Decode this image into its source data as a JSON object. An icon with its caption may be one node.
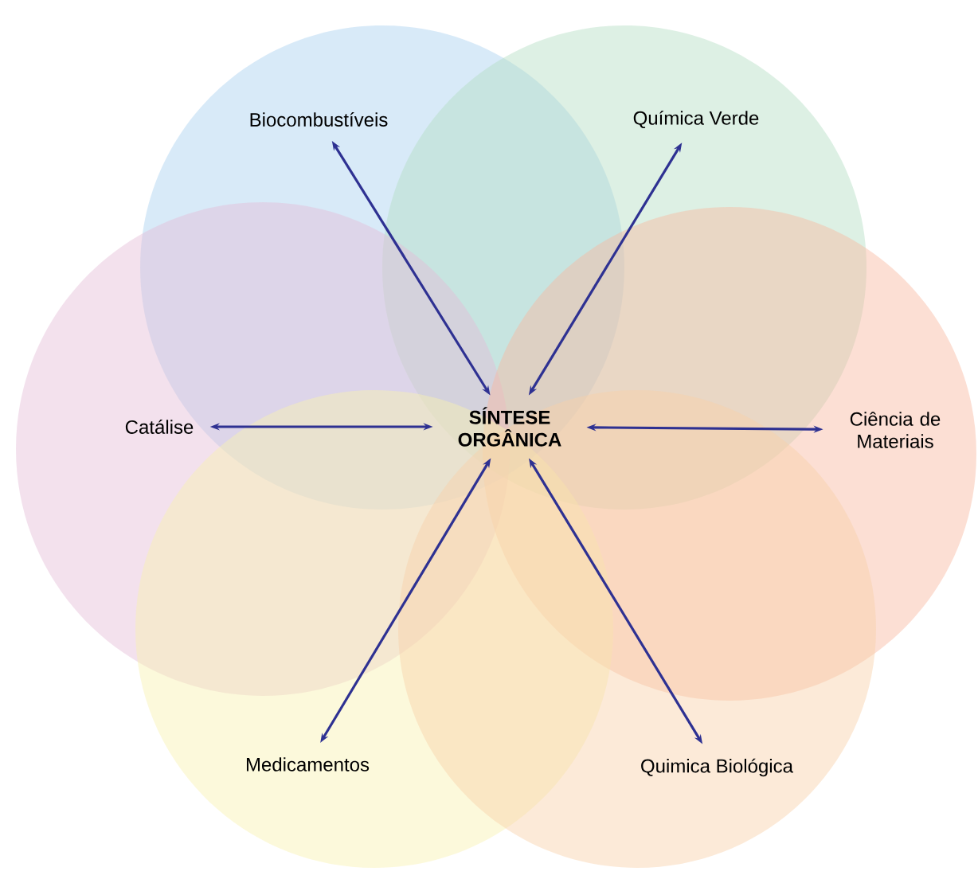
{
  "diagram": {
    "nodes": [
      {
        "text": [
          "Biocombustíveis"
        ]
      },
      {
        "text": [
          "Química Verde"
        ]
      },
      {
        "text": [
          "Catálise"
        ]
      },
      {
        "text": [
          "SÍNTESE ORGÂNICA"
        ]
      },
      {
        "text": [
          "Ciência de Materiais"
        ]
      },
      {
        "text": [
          "Medicamentos"
        ]
      },
      {
        "text": [
          "Quimica Biológica"
        ]
      }
    ],
    "edges": [
      {
        "from": 3,
        "to": 0,
        "arrow": "both"
      },
      {
        "from": 3,
        "to": 1,
        "arrow": "both"
      },
      {
        "from": 3,
        "to": 2,
        "arrow": "both"
      },
      {
        "from": 3,
        "to": 4,
        "arrow": "both"
      },
      {
        "from": 3,
        "to": 5,
        "arrow": "both"
      },
      {
        "from": 3,
        "to": 6,
        "arrow": "both"
      }
    ]
  }
}
